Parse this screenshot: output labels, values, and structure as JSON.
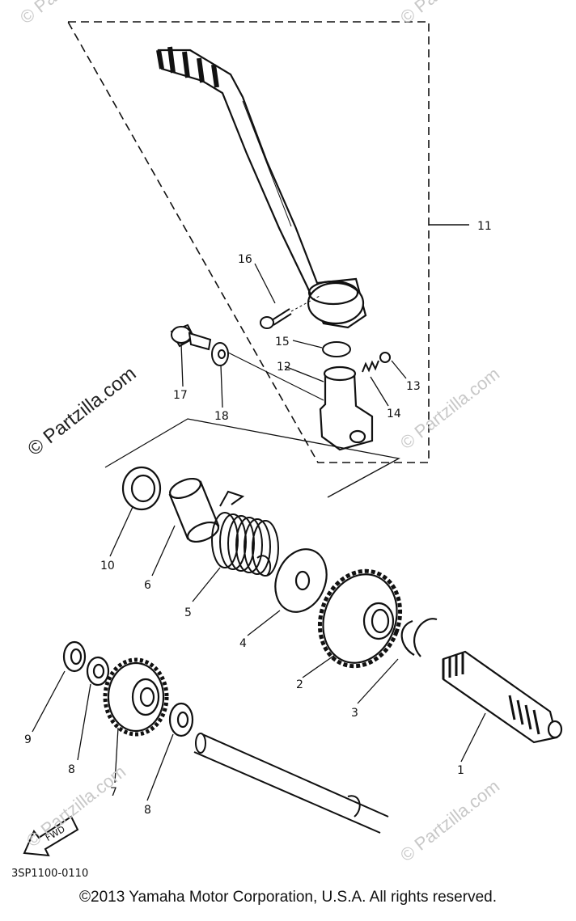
{
  "watermark": "© Partzilla.com",
  "diagram_code": "3SP1100-0110",
  "fwd_label": "FWD",
  "copyright": "©2013  Yamaha Motor Corporation, U.S.A. All rights reserved.",
  "callouts": [
    "1",
    "2",
    "3",
    "4",
    "5",
    "6",
    "7",
    "8",
    "8",
    "9",
    "10",
    "11",
    "12",
    "13",
    "14",
    "15",
    "16",
    "17",
    "18"
  ]
}
